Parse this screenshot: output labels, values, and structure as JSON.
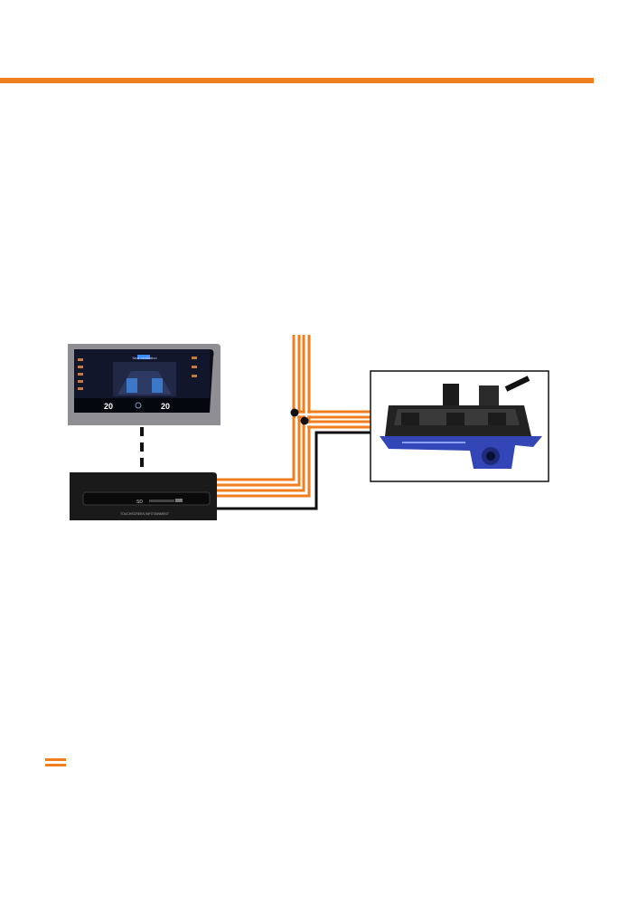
{
  "colors": {
    "accent": "#f07d1e",
    "wire_dark": "#111111",
    "camera_blue": "#3346b8",
    "panel_dark": "#151515"
  },
  "display": {
    "title_text": "Seat ventilation",
    "temp_left": "20",
    "temp_right": "20"
  },
  "unit": {
    "slot_label": "SD",
    "brand_text": "TOUCHSCREEN INFOTAINMENT"
  },
  "legend": {
    "icon": "double-line-icon"
  }
}
